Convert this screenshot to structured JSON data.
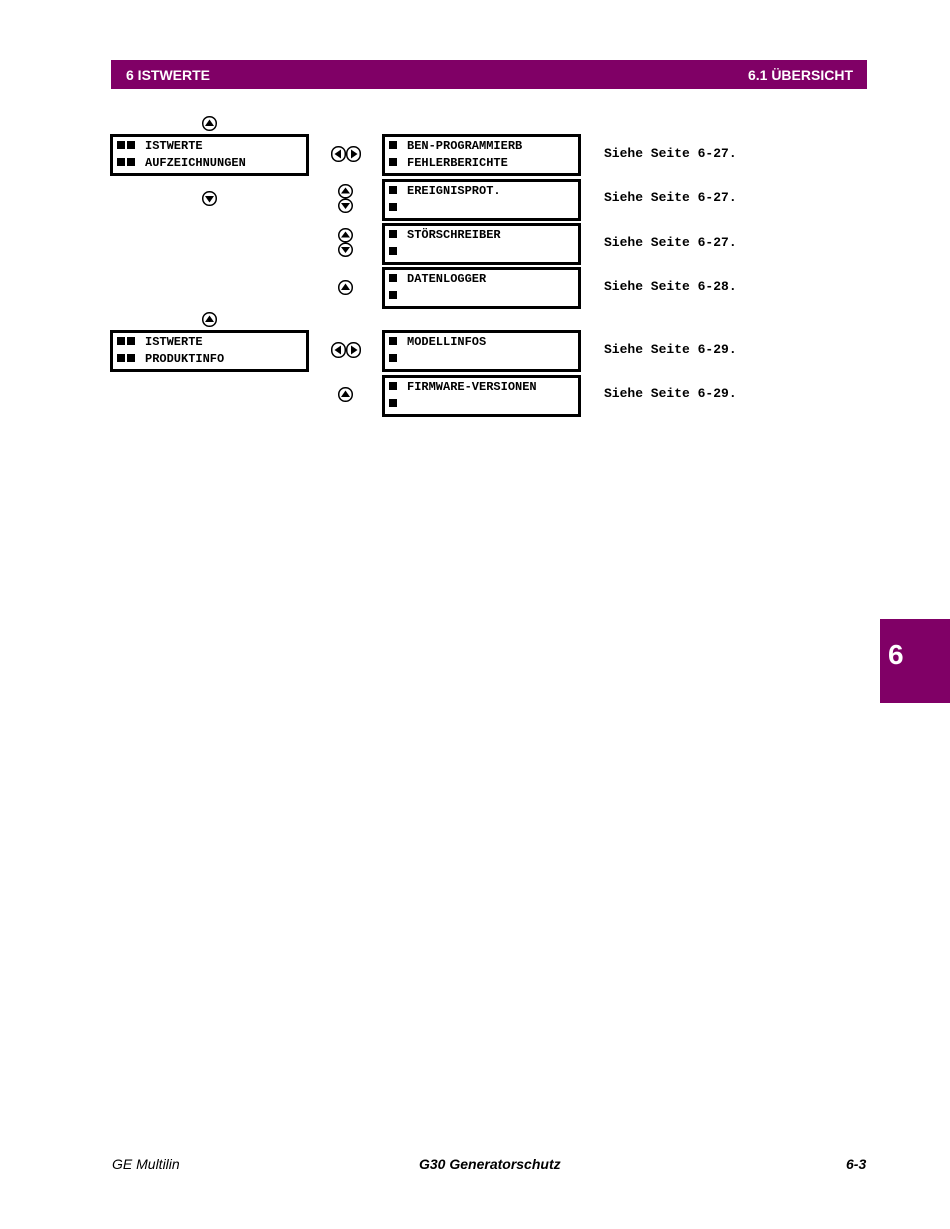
{
  "header": {
    "left": "6 ISTWERTE",
    "right": "6.1 ÜBERSICHT"
  },
  "side_tab": "6",
  "groups": [
    {
      "main": {
        "line1": "ISTWERTE",
        "line2": "AUFZEICHNUNGEN"
      },
      "items": [
        {
          "line1": "BEN-PROGRAMMIERB",
          "line2": "FEHLERBERICHTE",
          "ref": "Siehe Seite 6-27."
        },
        {
          "line1": "EREIGNISPROT.",
          "line2": "",
          "ref": "Siehe Seite 6-27."
        },
        {
          "line1": "STÖRSCHREIBER",
          "line2": "",
          "ref": "Siehe Seite 6-27."
        },
        {
          "line1": "DATENLOGGER",
          "line2": "",
          "ref": "Siehe Seite 6-28."
        }
      ]
    },
    {
      "main": {
        "line1": "ISTWERTE",
        "line2": "PRODUKTINFO"
      },
      "items": [
        {
          "line1": "MODELLINFOS",
          "line2": "",
          "ref": "Siehe Seite 6-29."
        },
        {
          "line1": "FIRMWARE-VERSIONEN",
          "line2": "",
          "ref": "Siehe Seite 6-29."
        }
      ]
    }
  ],
  "icons": {
    "up": "up-arrow-key-icon",
    "down": "down-arrow-key-icon",
    "up_down": "up-down-arrow-key-icon",
    "left_right": "left-right-arrow-key-icon"
  },
  "footer": {
    "left": "GE Multilin",
    "center": "G30 Generatorschutz",
    "right": "6-3"
  },
  "colors": {
    "accent": "#800066"
  }
}
